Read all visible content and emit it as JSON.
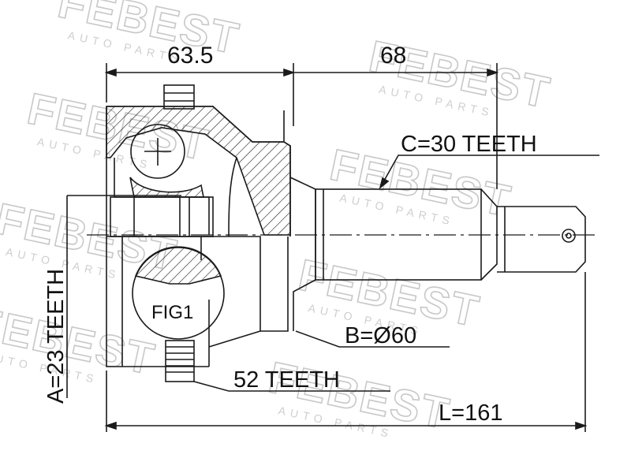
{
  "watermark": {
    "brand": "FEBEST",
    "sub": "AUTO PARTS"
  },
  "dimensions": {
    "outer_length_top": "63.5",
    "shaft_length_top": "68",
    "total_length": "L=161"
  },
  "labels": {
    "spline_c": "C=30 TEETH",
    "diameter_b": "B=Ø60",
    "abs_ring": "52 TEETH",
    "spline_a": "A=23 TEETH",
    "figure": "FIG1"
  },
  "colors": {
    "line": "#1a1a1a",
    "watermark": "#c8c8c8",
    "background": "#ffffff"
  }
}
